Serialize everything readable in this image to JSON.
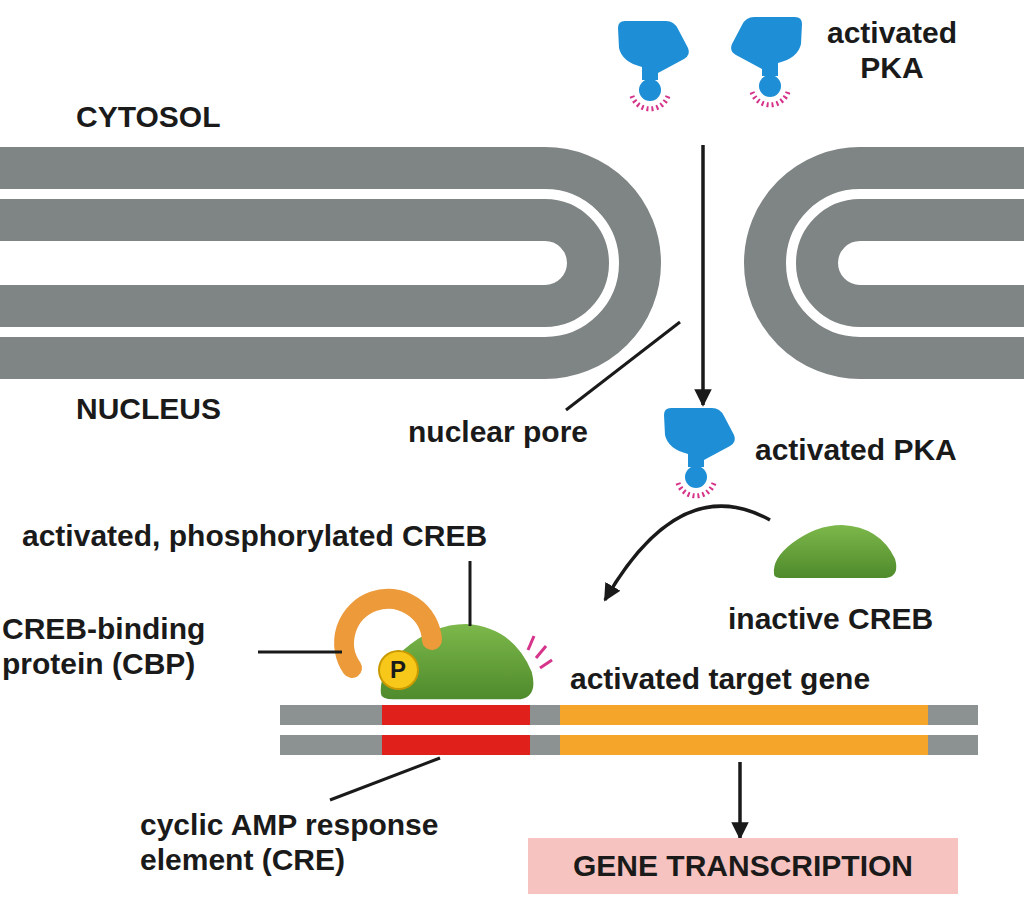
{
  "diagram": {
    "nodes": [
      {
        "text": [
          "activated PKA"
        ]
      },
      {
        "text": [
          "activated PKA"
        ]
      },
      {
        "text": [
          "inactive CREB"
        ]
      },
      {
        "text": [
          "activated, phosphorylated CREB"
        ]
      },
      {
        "text": [
          "CREB-binding protein (CBP)"
        ],
        "in": 3
      },
      {
        "text": [
          "P"
        ],
        "in": 4
      },
      {
        "text": [
          "activated target gene"
        ]
      },
      {
        "text": [
          "GENE TRANSCRIPTION"
        ]
      }
    ],
    "edges": [
      {
        "from": 0,
        "to": 1,
        "arrow": "to"
      },
      {
        "from": 2,
        "to": 3,
        "arrow": "to"
      },
      {
        "from": 6,
        "to": 7,
        "arrow": "to"
      }
    ],
    "labels": [
      "CYTOSOL",
      "NUCLEUS",
      "nuclear pore",
      "cyclic AMP response element (CRE)"
    ]
  }
}
